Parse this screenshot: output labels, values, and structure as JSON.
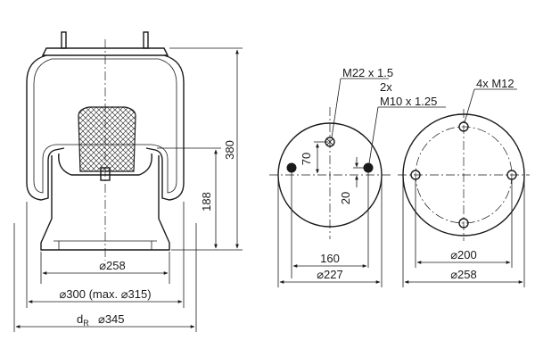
{
  "dimensions": {
    "side_view": {
      "height": "380",
      "inner_height": "188",
      "piston_diameter": "⌀258",
      "mounting_diameter": "⌀300 (max. ⌀315)",
      "effective_prefix": "d",
      "effective_subscript": "R",
      "effective_diameter": "⌀345"
    },
    "top_plate": {
      "center_thread": "M22 x 1.5",
      "stud_count": "2x",
      "stud_thread": "M10 x 1.25",
      "offset_vertical": "70",
      "offset_small": "20",
      "stud_spacing": "160",
      "plate_diameter": "⌀227"
    },
    "bottom_plate": {
      "hole_callout": "4x M12",
      "bolt_circle": "⌀200",
      "plate_diameter": "⌀258"
    }
  },
  "colors": {
    "line": "#1a1a1a",
    "background": "#ffffff"
  }
}
